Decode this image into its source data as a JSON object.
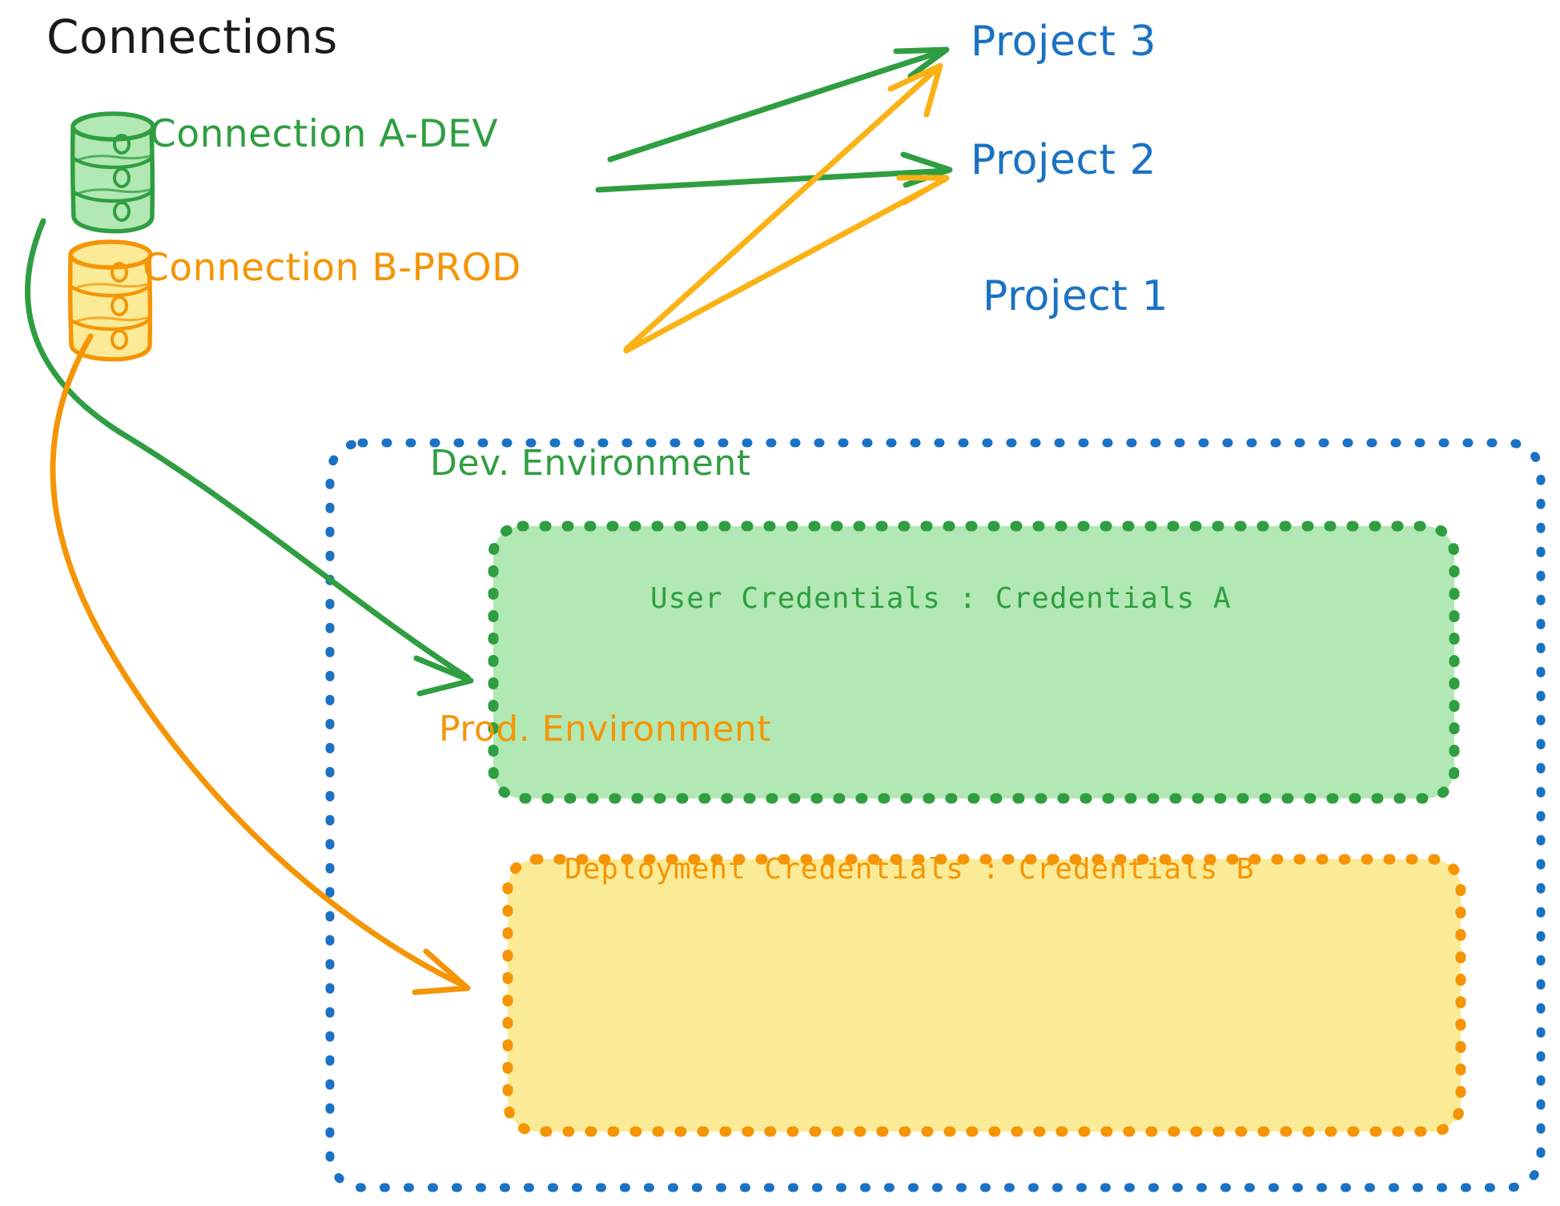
{
  "diagram": {
    "title": "Connections",
    "colors": {
      "green_stroke": "#2f9e41",
      "green_fill": "#b2e8b3",
      "orange_stroke": "#f59505",
      "orange_fill": "#fceb96",
      "blue": "#1b72c4",
      "black": "#1a1a1a"
    }
  },
  "connections": [
    {
      "id": "connection-a-dev",
      "label": "Connection A-DEV",
      "icon": "database-cylinder-icon",
      "color": "#2f9e41"
    },
    {
      "id": "connection-b-prod",
      "label": "Connection B-PROD",
      "icon": "database-cylinder-icon",
      "color": "#f59505"
    }
  ],
  "projects": [
    {
      "id": "project-3",
      "label": "Project 3"
    },
    {
      "id": "project-2",
      "label": "Project 2"
    },
    {
      "id": "project-1",
      "label": "Project 1"
    }
  ],
  "project_1": {
    "label": "Project 1",
    "environments": [
      {
        "id": "dev-environment",
        "title": "Dev. Environment",
        "credentials_label": "User Credentials",
        "credentials_separator": ":",
        "credentials_value": "Credentials A",
        "credentials_line": "User Credentials : Credentials A",
        "color": "#2f9e41",
        "fill": "#b2e8b3"
      },
      {
        "id": "prod-environment",
        "title": "Prod. Environment",
        "credentials_label": "Deployment Credentials",
        "credentials_separator": ":",
        "credentials_value": "Credentials B",
        "credentials_line": "Deployment Credentials : Credentials B",
        "color": "#f59505",
        "fill": "#fceb96"
      }
    ]
  },
  "edges": [
    {
      "id": "a-dev-to-project-3",
      "from": "connection-a-dev",
      "to": "project-3",
      "color": "#2f9e41"
    },
    {
      "id": "a-dev-to-project-2",
      "from": "connection-a-dev",
      "to": "project-2",
      "color": "#2f9e41"
    },
    {
      "id": "a-dev-to-dev-environment",
      "from": "connection-a-dev",
      "to": "dev-environment",
      "color": "#2f9e41"
    },
    {
      "id": "b-prod-to-project-3",
      "from": "connection-b-prod",
      "to": "project-3",
      "color": "#f59505"
    },
    {
      "id": "b-prod-to-project-2",
      "from": "connection-b-prod",
      "to": "project-2",
      "color": "#f59505"
    },
    {
      "id": "b-prod-to-prod-environment",
      "from": "connection-b-prod",
      "to": "prod-environment",
      "color": "#f59505"
    }
  ]
}
